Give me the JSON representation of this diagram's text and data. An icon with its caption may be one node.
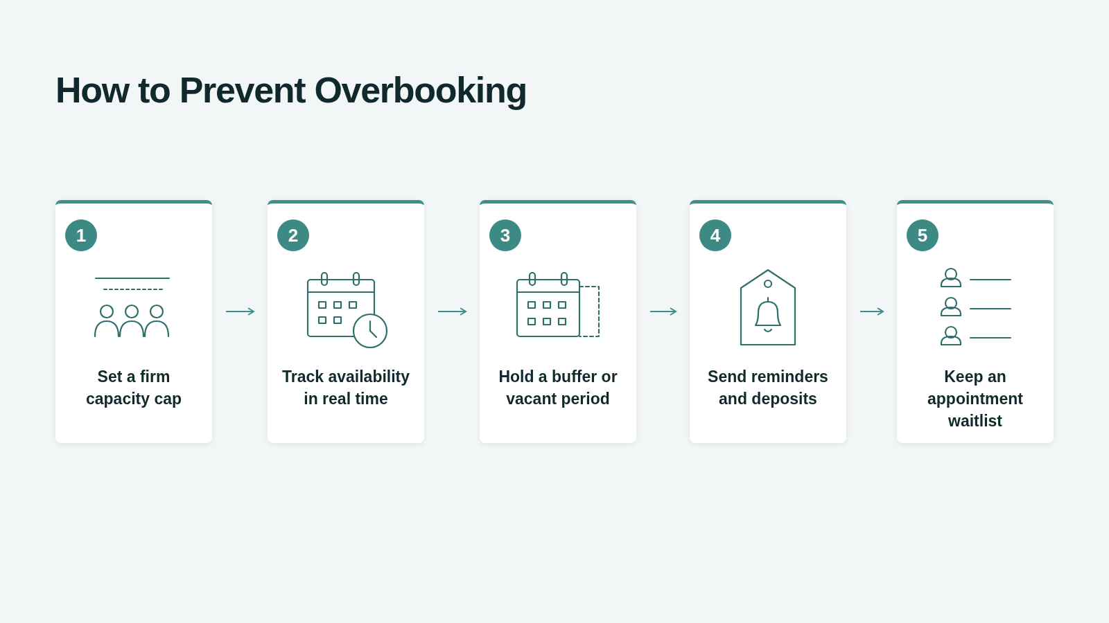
{
  "diagram": {
    "title": "How to Prevent Overbooking",
    "nodes": [
      {
        "text": [
          "1",
          "Set a firm capacity cap"
        ]
      },
      {
        "text": [
          "2",
          "Track availability in real time"
        ]
      },
      {
        "text": [
          "3",
          "Hold a buffer or vacant period"
        ]
      },
      {
        "text": [
          "4",
          "Send reminders and deposits"
        ]
      },
      {
        "text": [
          "5",
          "Keep an appointment waitlist"
        ]
      }
    ],
    "edges": [
      {
        "from": 0,
        "to": 1,
        "arrow": "to"
      },
      {
        "from": 1,
        "to": 2,
        "arrow": "to"
      },
      {
        "from": 2,
        "to": 3,
        "arrow": "to"
      },
      {
        "from": 3,
        "to": 4,
        "arrow": "to"
      }
    ]
  }
}
